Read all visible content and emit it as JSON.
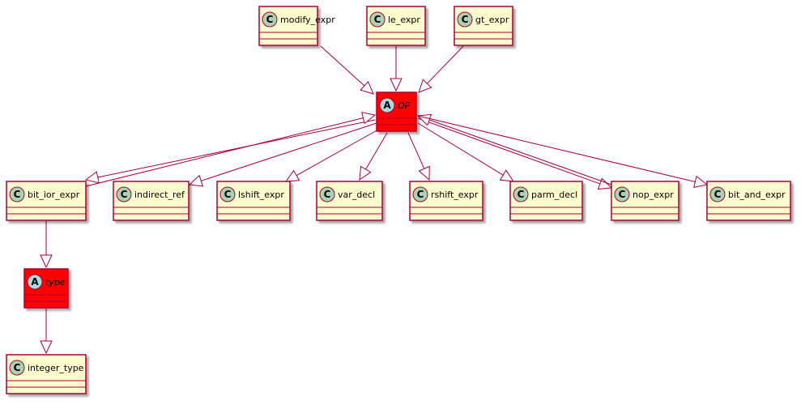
{
  "colors": {
    "class_fill": "#FEFECE",
    "abstract_fill": "#FF0000",
    "border": "#A80036",
    "edge": "#A80036",
    "class_badge": "#ADD1B2",
    "abstract_badge": "#A9DCDF"
  },
  "nodes": [
    {
      "id": "modify_expr",
      "label": "modify_expr",
      "kind": "class",
      "badge": "C"
    },
    {
      "id": "le_expr",
      "label": "le_expr",
      "kind": "class",
      "badge": "C"
    },
    {
      "id": "gt_expr",
      "label": "gt_expr",
      "kind": "class",
      "badge": "C"
    },
    {
      "id": "OP",
      "label": "OP",
      "kind": "abstract",
      "badge": "A"
    },
    {
      "id": "bit_ior_expr",
      "label": "bit_ior_expr",
      "kind": "class",
      "badge": "C"
    },
    {
      "id": "indirect_ref",
      "label": "indirect_ref",
      "kind": "class",
      "badge": "C"
    },
    {
      "id": "lshift_expr",
      "label": "lshift_expr",
      "kind": "class",
      "badge": "C"
    },
    {
      "id": "var_decl",
      "label": "var_decl",
      "kind": "class",
      "badge": "C"
    },
    {
      "id": "rshift_expr",
      "label": "rshift_expr",
      "kind": "class",
      "badge": "C"
    },
    {
      "id": "parm_decl",
      "label": "parm_decl",
      "kind": "class",
      "badge": "C"
    },
    {
      "id": "nop_expr",
      "label": "nop_expr",
      "kind": "class",
      "badge": "C"
    },
    {
      "id": "bit_and_expr",
      "label": "bit_and_expr",
      "kind": "class",
      "badge": "C"
    },
    {
      "id": "type",
      "label": "type",
      "kind": "abstract",
      "badge": "A"
    },
    {
      "id": "integer_type",
      "label": "integer_type",
      "kind": "class",
      "badge": "C"
    }
  ],
  "edges": [
    {
      "from": "modify_expr",
      "to": "OP",
      "type": "inheritance"
    },
    {
      "from": "le_expr",
      "to": "OP",
      "type": "inheritance"
    },
    {
      "from": "gt_expr",
      "to": "OP",
      "type": "inheritance"
    },
    {
      "from": "OP",
      "to": "bit_ior_expr",
      "type": "inheritance"
    },
    {
      "from": "bit_ior_expr",
      "to": "OP",
      "type": "inheritance"
    },
    {
      "from": "OP",
      "to": "indirect_ref",
      "type": "inheritance"
    },
    {
      "from": "OP",
      "to": "lshift_expr",
      "type": "inheritance"
    },
    {
      "from": "OP",
      "to": "var_decl",
      "type": "inheritance"
    },
    {
      "from": "OP",
      "to": "rshift_expr",
      "type": "inheritance"
    },
    {
      "from": "OP",
      "to": "parm_decl",
      "type": "inheritance"
    },
    {
      "from": "OP",
      "to": "nop_expr",
      "type": "inheritance"
    },
    {
      "from": "nop_expr",
      "to": "OP",
      "type": "inheritance"
    },
    {
      "from": "OP",
      "to": "bit_and_expr",
      "type": "inheritance"
    },
    {
      "from": "bit_ior_expr",
      "to": "type",
      "type": "inheritance"
    },
    {
      "from": "type",
      "to": "integer_type",
      "type": "inheritance"
    }
  ]
}
